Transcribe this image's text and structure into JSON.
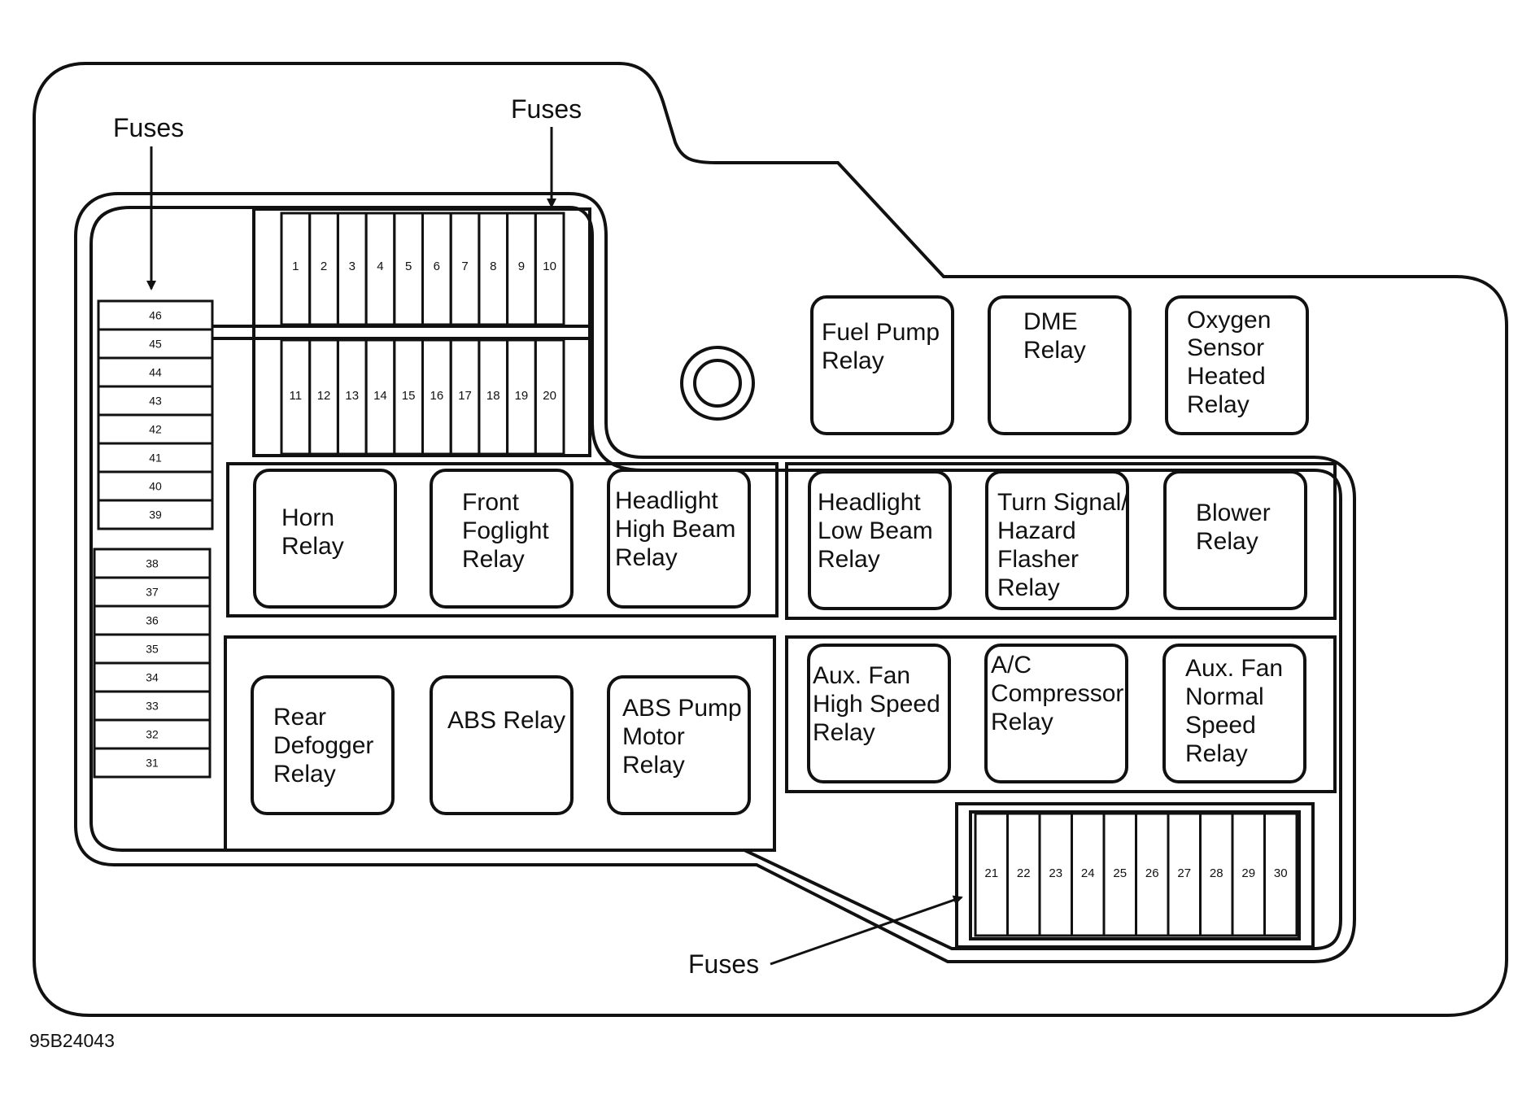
{
  "diagram_code": "95B24043",
  "callouts": {
    "left": "Fuses",
    "top": "Fuses",
    "bottom": "Fuses"
  },
  "fuses": {
    "top_row": [
      "1",
      "2",
      "3",
      "4",
      "5",
      "6",
      "7",
      "8",
      "9",
      "10"
    ],
    "second_row": [
      "11",
      "12",
      "13",
      "14",
      "15",
      "16",
      "17",
      "18",
      "19",
      "20"
    ],
    "side_upper": [
      "46",
      "45",
      "44",
      "43",
      "42",
      "41",
      "40",
      "39"
    ],
    "side_lower": [
      "38",
      "37",
      "36",
      "35",
      "34",
      "33",
      "32",
      "31"
    ],
    "bottom_row": [
      "21",
      "22",
      "23",
      "24",
      "25",
      "26",
      "27",
      "28",
      "29",
      "30"
    ]
  },
  "relays": {
    "fuel_pump": [
      "Fuel Pump",
      "Relay"
    ],
    "dme": [
      "DME",
      "Relay"
    ],
    "oxygen_sensor": [
      "Oxygen",
      "Sensor",
      "Heated",
      "Relay"
    ],
    "horn": [
      "Horn",
      "Relay"
    ],
    "front_foglight": [
      "Front",
      "Foglight",
      "Relay"
    ],
    "headlight_high": [
      "Headlight",
      "High Beam",
      "Relay"
    ],
    "headlight_low": [
      "Headlight",
      "Low Beam",
      "Relay"
    ],
    "turn_signal": [
      "Turn Signal/",
      "Hazard",
      "Flasher",
      "Relay"
    ],
    "blower": [
      "Blower",
      "Relay"
    ],
    "rear_defogger": [
      "Rear",
      "Defogger",
      "Relay"
    ],
    "abs": [
      "ABS Relay"
    ],
    "abs_pump": [
      "ABS Pump",
      "Motor",
      "Relay"
    ],
    "aux_fan_high": [
      "Aux. Fan",
      "High Speed",
      "Relay"
    ],
    "ac_compressor": [
      "A/C",
      "Compressor",
      "Relay"
    ],
    "aux_fan_normal": [
      "Aux. Fan",
      "Normal",
      "Speed",
      "Relay"
    ]
  }
}
